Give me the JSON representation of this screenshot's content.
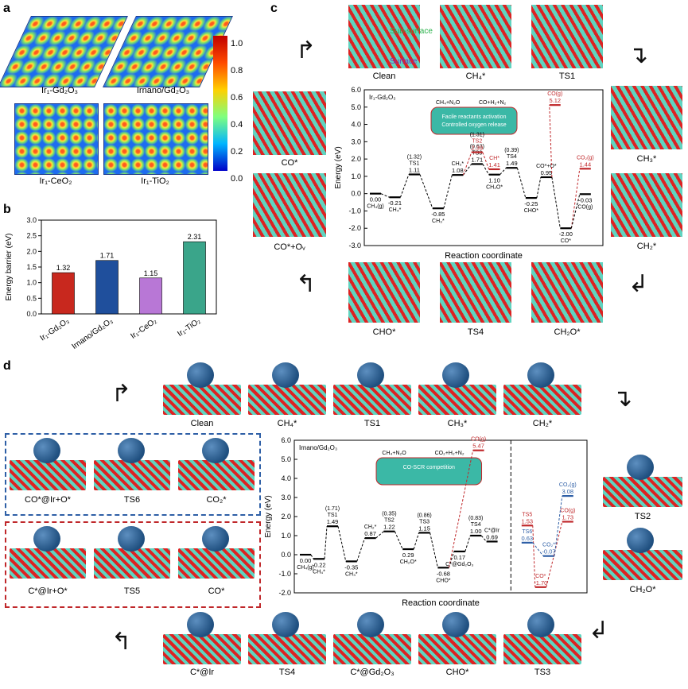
{
  "panels": {
    "a": "a",
    "b": "b",
    "c": "c",
    "d": "d"
  },
  "panel_a": {
    "maps": [
      "Ir₁-Gd₂O₃",
      "Irnano/Gd₂O₃",
      "Ir₁-CeO₂",
      "Ir₁-TiO₂"
    ],
    "colorbar_ticks": [
      "1.0",
      "0.8",
      "0.6",
      "0.4",
      "0.2",
      "0.0"
    ]
  },
  "panel_c": {
    "states_top": [
      "Clean",
      "CH₄*",
      "TS1"
    ],
    "states_right": [
      "CH₃*",
      "CH₂*"
    ],
    "states_bottom": [
      "CHO*",
      "TS4",
      "CH₂O*"
    ],
    "states_left": [
      "CO*",
      "CO*+Oᵥ"
    ],
    "legend_sub": "Sub-surface",
    "legend_surf": "Surface",
    "inset_label": "Ir₁-Gd₂O₃",
    "inset_banner": [
      "CH₄+N₂O",
      "CO+H₂+N₂"
    ],
    "inset_text": [
      "Facile reactants activation",
      "Controlled oxygen release"
    ]
  },
  "panel_d": {
    "states_top": [
      "Clean",
      "CH₄*",
      "TS1",
      "CH₃*",
      "CH₂*"
    ],
    "states_right": [
      "TS2",
      "CH₂O*"
    ],
    "states_bottom": [
      "C*@Ir",
      "TS4",
      "C*@Gd₂O₃",
      "CHO*",
      "TS3"
    ],
    "blue_box": [
      "CO*@Ir+O*",
      "TS6",
      "CO₂*"
    ],
    "red_box": [
      "C*@Ir+O*",
      "TS5",
      "CO*"
    ],
    "inset_label": "Irnano/Gd₂O₃",
    "inset_banner": [
      "CH₄+N₂O",
      "CO₂+H₂+N₂"
    ],
    "inset_text": "CO-SCR competition"
  },
  "chart_data": [
    {
      "type": "bar",
      "title": "",
      "categories": [
        "Ir₁-Gd₂O₃",
        "Irnano/Gd₂O₃",
        "Ir₁-CeO₂",
        "Ir₁-TiO₂"
      ],
      "values": [
        1.32,
        1.71,
        1.15,
        2.31
      ],
      "colors": [
        "#c8281e",
        "#1f4f9c",
        "#b877d6",
        "#3aa58a"
      ],
      "ylabel": "Energy barrier (eV)",
      "ylim": [
        0,
        3.0
      ],
      "yticks": [
        "0.0",
        "0.5",
        "1.0",
        "1.5",
        "2.0",
        "2.5",
        "3.0"
      ]
    },
    {
      "type": "line",
      "title": "",
      "ylabel": "Energy (eV)",
      "xlabel": "Reaction coordinate",
      "ylim": [
        -3.0,
        6.0
      ],
      "yticks": [
        "-3.0",
        "-2.0",
        "-1.0",
        "0.0",
        "1.0",
        "2.0",
        "3.0",
        "4.0",
        "5.0",
        "6.0"
      ],
      "levels": [
        {
          "label": "CH₄(g)",
          "value": "0.00",
          "y": 0.0
        },
        {
          "label": "CH₄*",
          "value": "-0.21",
          "y": -0.21
        },
        {
          "label": "TS1",
          "value": "1.11",
          "y": 1.11,
          "extra": "(1.32)"
        },
        {
          "label": "CH₃*",
          "value": "-0.85",
          "y": -0.85
        },
        {
          "label": "CH₂*",
          "value": "1.08",
          "y": 1.08
        },
        {
          "label": "TS3",
          "value": "1.71",
          "y": 1.71,
          "extra": "(0.63)"
        },
        {
          "label": "TS2",
          "value": "2.39",
          "y": 2.39,
          "extra": "(1.31)"
        },
        {
          "label": "CH₂O*",
          "value": "1.10",
          "y": 1.1
        },
        {
          "label": "CH*",
          "value": "1.41",
          "y": 1.41
        },
        {
          "label": "TS4",
          "value": "1.49",
          "y": 1.49,
          "extra": "(0.39)"
        },
        {
          "label": "CHO*",
          "value": "-0.25",
          "y": -0.25
        },
        {
          "label": "CO*+O*",
          "value": "0.95",
          "y": 0.95
        },
        {
          "label": "CO(g)",
          "value": "5.12",
          "y": 5.12
        },
        {
          "label": "CO*",
          "value": "-2.00",
          "y": -2.0
        },
        {
          "label": "CO₂(g)",
          "value": "1.44",
          "y": 1.44
        },
        {
          "label": "CO(g)",
          "value": "-0.03",
          "y": -0.03
        }
      ]
    },
    {
      "type": "line",
      "title": "",
      "ylabel": "Energy (eV)",
      "xlabel": "Reaction coordinate",
      "ylim": [
        -2.0,
        6.0
      ],
      "yticks": [
        "-2.0",
        "-1.0",
        "0.0",
        "1.0",
        "2.0",
        "3.0",
        "4.0",
        "5.0",
        "6.0"
      ],
      "levels": [
        {
          "label": "CH₄(g)",
          "value": "0.00",
          "y": 0.0
        },
        {
          "label": "CH₄*",
          "value": "-0.22",
          "y": -0.22
        },
        {
          "label": "TS1",
          "value": "1.49",
          "y": 1.49,
          "extra": "(1.71)"
        },
        {
          "label": "CH₃*",
          "value": "-0.35",
          "y": -0.35
        },
        {
          "label": "CH₂*",
          "value": "0.87",
          "y": 0.87
        },
        {
          "label": "TS2",
          "value": "1.22",
          "y": 1.22,
          "extra": "(0.35)"
        },
        {
          "label": "CH₂O*",
          "value": "0.29",
          "y": 0.29
        },
        {
          "label": "TS3",
          "value": "1.15",
          "y": 1.15,
          "extra": "(0.86)"
        },
        {
          "label": "CHO*",
          "value": "-0.68",
          "y": -0.68
        },
        {
          "label": "C*@Gd₂O₃",
          "value": "0.17",
          "y": 0.17
        },
        {
          "label": "TS4",
          "value": "1.00",
          "y": 1.0,
          "extra": "(0.83)"
        },
        {
          "label": "C*@Ir",
          "value": "0.69",
          "y": 0.69
        },
        {
          "label": "CO(g)",
          "value": "5.47",
          "y": 5.47
        },
        {
          "label": "TS5",
          "value": "1.53",
          "y": 1.53
        },
        {
          "label": "CO*",
          "value": "-1.70",
          "y": -1.7
        },
        {
          "label": "TS6",
          "value": "0.63",
          "y": 0.63
        },
        {
          "label": "CO₂*",
          "value": "-0.07",
          "y": -0.07
        },
        {
          "label": "CO₂(g)",
          "value": "3.08",
          "y": 3.08
        },
        {
          "label": "CO(g)",
          "value": "1.73",
          "y": 1.73
        }
      ]
    }
  ]
}
